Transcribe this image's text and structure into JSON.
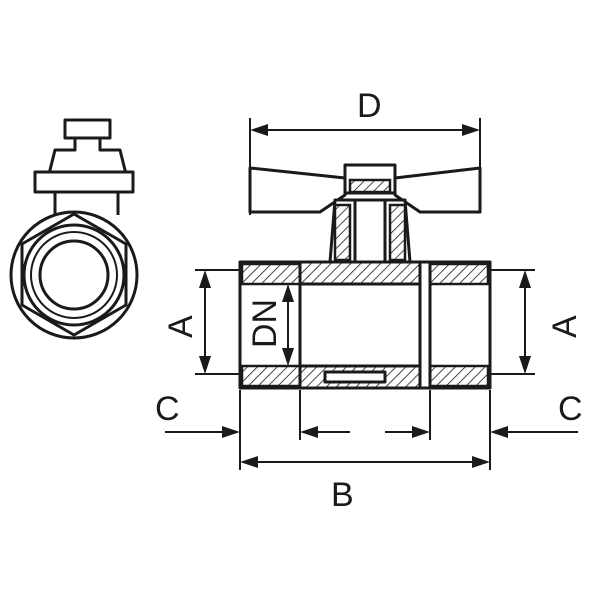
{
  "labels": {
    "d": "D",
    "a_left": "A",
    "dn": "DN",
    "a_right": "A",
    "c_left": "C",
    "c_right": "C",
    "b": "B"
  },
  "colors": {
    "line": "#1a1a1a",
    "background": "#ffffff"
  }
}
